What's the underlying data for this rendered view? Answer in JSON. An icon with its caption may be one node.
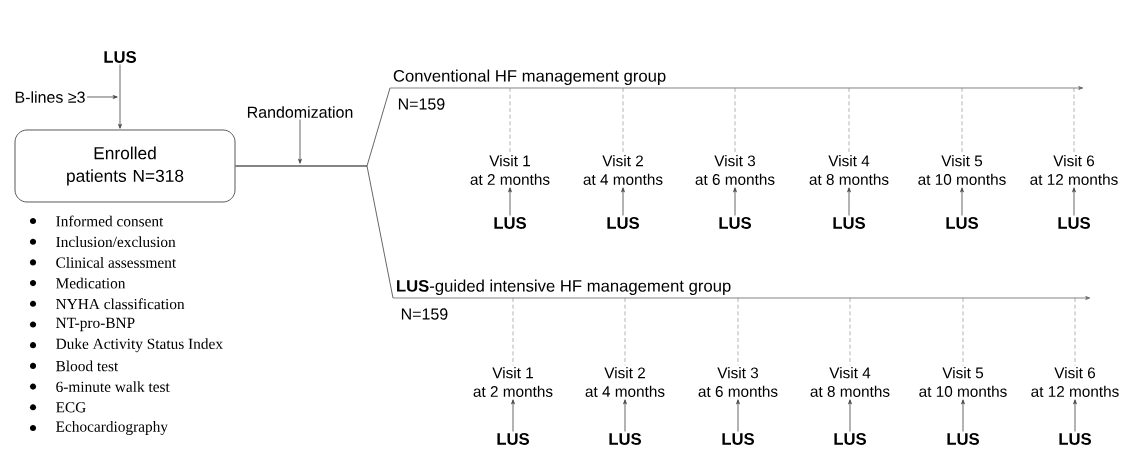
{
  "diagram": {
    "nodes": [
      {
        "text": [
          "LUS"
        ]
      },
      {
        "text": [
          "B-lines ≥3"
        ]
      },
      {
        "text": [
          "Enrolled patients N=318"
        ],
        "beside": [
          "Informed consent",
          "Inclusion/exclusion",
          "Clinical assessment",
          "Medication",
          "NYHA classification",
          "NT-pro-BNP",
          "Duke Activity Status Index",
          "Blood test",
          "6-minute walk test",
          "ECG",
          "Echocardiography"
        ]
      },
      {
        "text": [
          "Randomization"
        ]
      },
      {
        "text": [
          "Conventional HF management group"
        ],
        "beside": [
          "N=159"
        ]
      },
      {
        "text": [
          "**LUS**-guided intensive HF management group"
        ],
        "beside": [
          "N=159"
        ]
      },
      {
        "text": [
          "Visit 1 at 2 months"
        ]
      },
      {
        "text": [
          "Visit 2 at 4 months"
        ]
      },
      {
        "text": [
          "Visit 3 at 6 months"
        ]
      },
      {
        "text": [
          "Visit 4 at 8 months"
        ]
      },
      {
        "text": [
          "Visit 5 at 10 months"
        ]
      },
      {
        "text": [
          "Visit 6 at 12 months"
        ]
      },
      {
        "text": [
          "LUS"
        ]
      },
      {
        "text": [
          "LUS"
        ]
      },
      {
        "text": [
          "LUS"
        ]
      },
      {
        "text": [
          "LUS"
        ]
      },
      {
        "text": [
          "LUS"
        ]
      },
      {
        "text": [
          "LUS"
        ]
      },
      {
        "text": [
          "Visit 1 at 2 months"
        ]
      },
      {
        "text": [
          "Visit 2 at 4 months"
        ]
      },
      {
        "text": [
          "Visit 3 at 6 months"
        ]
      },
      {
        "text": [
          "Visit 4 at 8 months"
        ]
      },
      {
        "text": [
          "Visit 5 at 10 months"
        ]
      },
      {
        "text": [
          "Visit 6 at 12 months"
        ]
      },
      {
        "text": [
          "LUS"
        ]
      },
      {
        "text": [
          "LUS"
        ]
      },
      {
        "text": [
          "LUS"
        ]
      },
      {
        "text": [
          "LUS"
        ]
      },
      {
        "text": [
          "LUS"
        ]
      },
      {
        "text": [
          "LUS"
        ]
      }
    ],
    "edges": [
      {
        "from": 0,
        "to": 2,
        "arrow": "to"
      },
      {
        "from": 1,
        "to": null,
        "arrow": "to"
      },
      {
        "from": 3,
        "to": null,
        "arrow": "to"
      },
      {
        "from": 2,
        "to": 4,
        "arrow": "none"
      },
      {
        "from": 2,
        "to": 5,
        "arrow": "none"
      },
      {
        "from": 4,
        "to": 6,
        "arrow": "none",
        "style": "dashed"
      },
      {
        "from": 4,
        "to": 7,
        "arrow": "none",
        "style": "dashed"
      },
      {
        "from": null,
        "to": 8,
        "arrow": "none",
        "style": "dashed"
      },
      {
        "from": null,
        "to": 9,
        "arrow": "none",
        "style": "dashed"
      },
      {
        "from": null,
        "to": 10,
        "arrow": "none",
        "style": "dashed"
      },
      {
        "from": null,
        "to": 11,
        "arrow": "none",
        "style": "dashed"
      },
      {
        "from": 12,
        "to": 6,
        "arrow": "to"
      },
      {
        "from": 13,
        "to": 7,
        "arrow": "to"
      },
      {
        "from": 14,
        "to": 8,
        "arrow": "to"
      },
      {
        "from": 15,
        "to": 9,
        "arrow": "to"
      },
      {
        "from": 16,
        "to": 10,
        "arrow": "to"
      },
      {
        "from": 17,
        "to": 11,
        "arrow": "to"
      },
      {
        "from": 5,
        "to": 18,
        "arrow": "none",
        "style": "dashed"
      },
      {
        "from": 5,
        "to": 19,
        "arrow": "none",
        "style": "dashed"
      },
      {
        "from": 5,
        "to": 20,
        "arrow": "none",
        "style": "dashed"
      },
      {
        "from": null,
        "to": 21,
        "arrow": "none",
        "style": "dashed"
      },
      {
        "from": null,
        "to": 22,
        "arrow": "none",
        "style": "dashed"
      },
      {
        "from": null,
        "to": 23,
        "arrow": "none",
        "style": "dashed"
      },
      {
        "from": 24,
        "to": 18,
        "arrow": "to"
      },
      {
        "from": 25,
        "to": 19,
        "arrow": "to"
      },
      {
        "from": 26,
        "to": 20,
        "arrow": "to"
      },
      {
        "from": 27,
        "to": 21,
        "arrow": "to"
      },
      {
        "from": 28,
        "to": 22,
        "arrow": "to"
      },
      {
        "from": 29,
        "to": 23,
        "arrow": "to"
      }
    ]
  }
}
